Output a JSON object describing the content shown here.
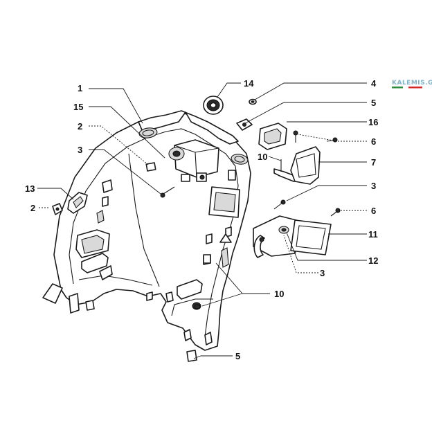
{
  "watermark": {
    "text": "KALEMIS.GR",
    "stripe_colors": [
      "#2e8b3a",
      "#ffffff",
      "#d62828"
    ]
  },
  "callouts": [
    {
      "id": "c1",
      "label": "1"
    },
    {
      "id": "c15",
      "label": "15"
    },
    {
      "id": "c2a",
      "label": "2"
    },
    {
      "id": "c3a",
      "label": "3"
    },
    {
      "id": "c13",
      "label": "13"
    },
    {
      "id": "c2b",
      "label": "2"
    },
    {
      "id": "c14",
      "label": "14"
    },
    {
      "id": "c4",
      "label": "4"
    },
    {
      "id": "c5a",
      "label": "5"
    },
    {
      "id": "c16",
      "label": "16"
    },
    {
      "id": "c6a",
      "label": "6"
    },
    {
      "id": "c10a",
      "label": "10"
    },
    {
      "id": "c7",
      "label": "7"
    },
    {
      "id": "c3b",
      "label": "3"
    },
    {
      "id": "c6b",
      "label": "6"
    },
    {
      "id": "c11",
      "label": "11"
    },
    {
      "id": "c12",
      "label": "12"
    },
    {
      "id": "c3c",
      "label": "3"
    },
    {
      "id": "c10b",
      "label": "10"
    },
    {
      "id": "c5b",
      "label": "5"
    }
  ]
}
